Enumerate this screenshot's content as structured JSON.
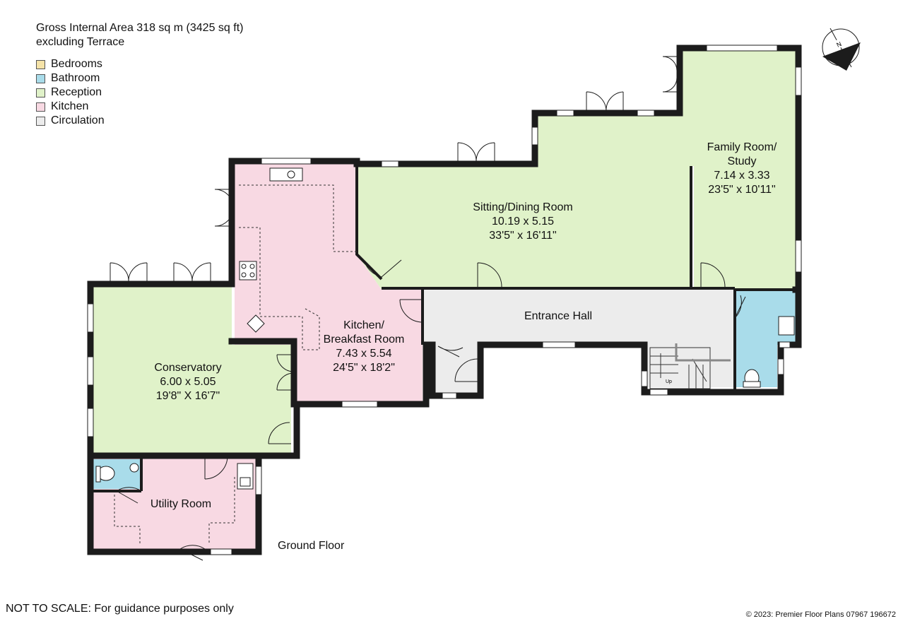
{
  "header": {
    "area_line": "Gross Internal Area 318 sq m (3425 sq ft)",
    "terrace_line": "excluding Terrace"
  },
  "legend": [
    {
      "label": "Bedrooms",
      "color": "#f5e3a8"
    },
    {
      "label": "Bathroom",
      "color": "#a9dcea"
    },
    {
      "label": "Reception",
      "color": "#e0f2c9"
    },
    {
      "label": "Kitchen",
      "color": "#f8d9e3"
    },
    {
      "label": "Circulation",
      "color": "#ececec"
    }
  ],
  "rooms": {
    "family": {
      "name1": "Family Room/",
      "name2": "Study",
      "metric": "7.14 x 3.33",
      "imperial": "23'5\" x 10'11\""
    },
    "sitting": {
      "name": "Sitting/Dining Room",
      "metric": "10.19 x 5.15",
      "imperial": "33'5\" x 16'11\""
    },
    "hall": {
      "name": "Entrance Hall"
    },
    "kitchen": {
      "name1": "Kitchen/",
      "name2": "Breakfast Room",
      "metric": "7.43 x 5.54",
      "imperial": "24'5\" x 18'2\""
    },
    "conservatory": {
      "name": "Conservatory",
      "metric": "6.00 x 5.05",
      "imperial": "19'8\" X 16'7\""
    },
    "utility": {
      "name": "Utility Room"
    }
  },
  "stairs_label": "Up",
  "compass_label": "N",
  "floor_label": "Ground Floor",
  "disclaimer": "NOT TO SCALE: For guidance purposes only",
  "copyright": "© 2023: Premier Floor Plans 07967 196672",
  "colors": {
    "reception": "#e0f2c9",
    "kitchen": "#f8d9e3",
    "bathroom": "#a9dcea",
    "circulation": "#ececec",
    "wall": "#1c1c1c"
  }
}
